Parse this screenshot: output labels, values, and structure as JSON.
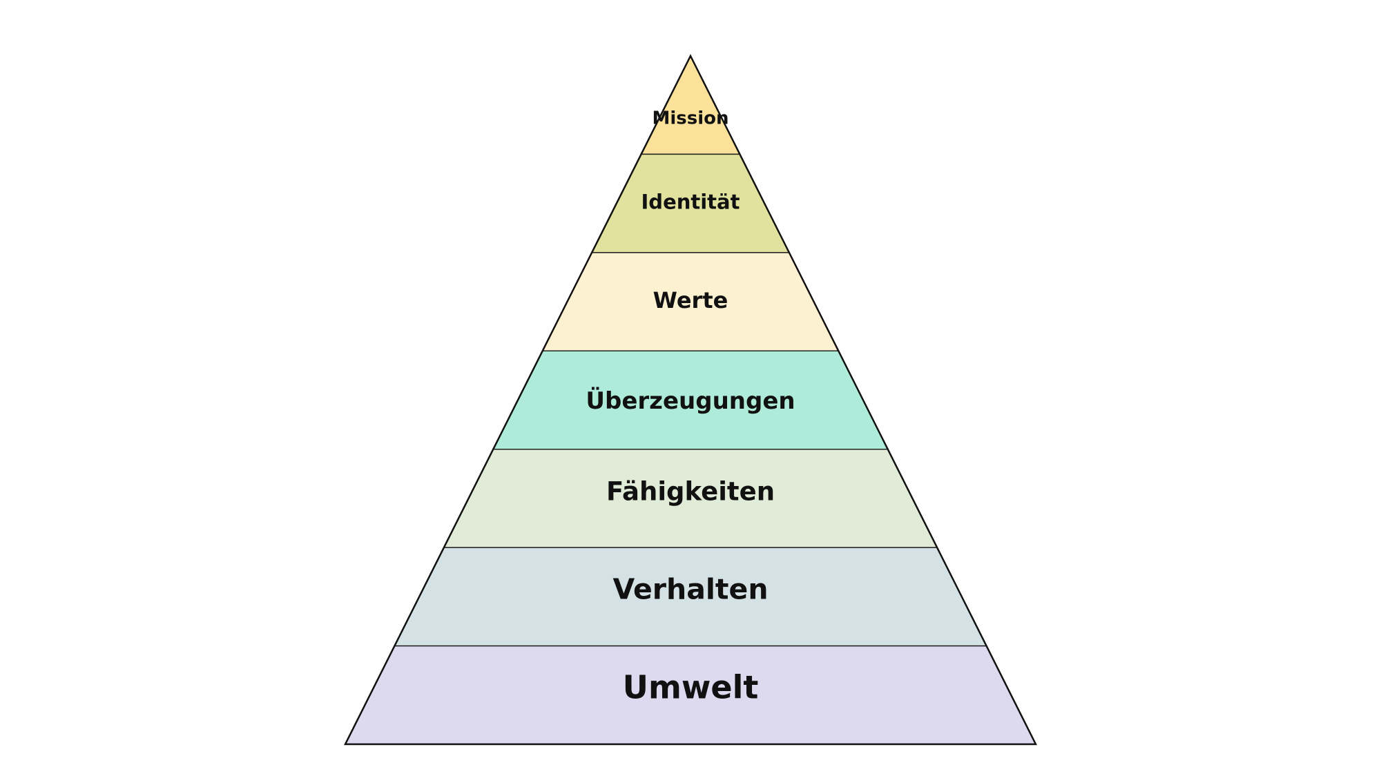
{
  "pyramid": {
    "levels": [
      {
        "label": "Mission",
        "color": "#FBE29A"
      },
      {
        "label": "Identität",
        "color": "#E0E29E"
      },
      {
        "label": "Werte",
        "color": "#FCF1D0"
      },
      {
        "label": "Überzeugungen",
        "color": "#AEEBD9"
      },
      {
        "label": "Fähigkeiten",
        "color": "#E0EBD8"
      },
      {
        "label": "Verhalten",
        "color": "#D5E2E5"
      },
      {
        "label": "Umwelt",
        "color": "#DDD9EE"
      }
    ]
  }
}
